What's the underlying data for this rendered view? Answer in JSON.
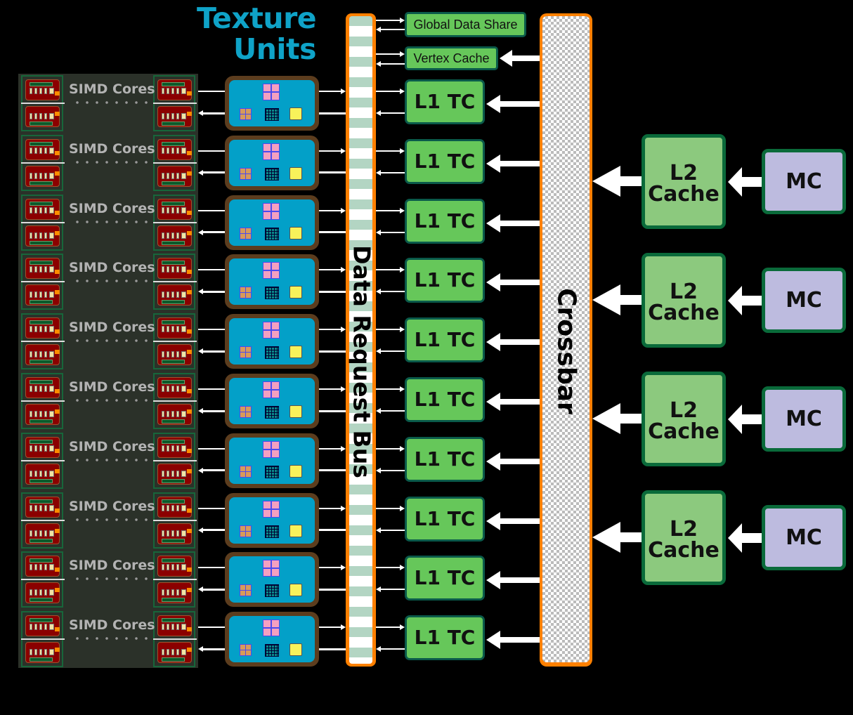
{
  "title": "Texture Units",
  "title_lines": [
    "Texture",
    "Units"
  ],
  "simd_label": "SIMD Cores",
  "simd_row_count": 10,
  "bus_label": "Data Request Bus",
  "crossbar_label": "Crossbar",
  "global_data_share": "Global Data Share",
  "vertex_cache": "Vertex Cache",
  "l1_label": "L1 TC",
  "l1_count": 10,
  "l2_label_line1": "L2",
  "l2_label_line2": "Cache",
  "mc_label": "MC",
  "l2_count": 4,
  "colors": {
    "title": "#0fa3c8",
    "bus_border": "#ff8000",
    "l1_fill": "#66c75a",
    "l2_fill": "#8cc97e",
    "mc_fill": "#bdbbdf",
    "texture_fill": "#03a0c8",
    "simd_panel": "#2b3129",
    "core_fill": "#8b0000"
  }
}
